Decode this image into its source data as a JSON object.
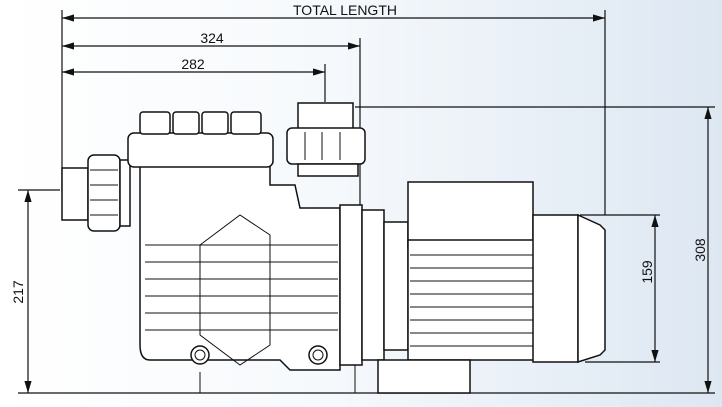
{
  "title": "Pump dimension drawing",
  "dimensions": {
    "total_length": "TOTAL LENGTH",
    "length_324": "324",
    "length_282": "282",
    "height_217": "217",
    "height_159": "159",
    "height_308": "308"
  },
  "colors": {
    "line": "#111111",
    "background_right": "#dde7f2"
  }
}
